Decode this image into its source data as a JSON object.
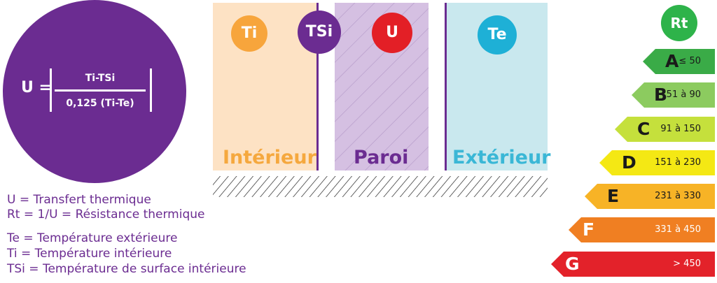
{
  "formula": {
    "lhs": "U =",
    "numerator": "Ti-TSi",
    "denominator": "0,125 (Ti-Te)"
  },
  "diagram": {
    "bubbles": {
      "ti": "Ti",
      "tsi": "TSi",
      "u": "U",
      "te": "Te"
    },
    "zones": {
      "interior": "Intérieur",
      "wall": "Paroi",
      "exterior": "Extérieur"
    }
  },
  "legend": [
    "U = Transfert thermique",
    "Rt = 1/U = Résistance thermique",
    "Te = Température extérieure",
    "Ti = Température intérieure",
    "TSi = Température de surface intérieure"
  ],
  "rating": {
    "badge": "Rt",
    "classes": [
      {
        "letter": "A",
        "range": "≤ 50",
        "color": "#3aab47"
      },
      {
        "letter": "B",
        "range": "51 à 90",
        "color": "#8ccb5f"
      },
      {
        "letter": "C",
        "range": "91 à 150",
        "color": "#c5e03c"
      },
      {
        "letter": "D",
        "range": "151 à 230",
        "color": "#f4e814"
      },
      {
        "letter": "E",
        "range": "231 à 330",
        "color": "#f7b326"
      },
      {
        "letter": "F",
        "range": "331 à 450",
        "color": "#f07f22"
      },
      {
        "letter": "G",
        "range": "> 450",
        "color": "#e3222a"
      }
    ]
  },
  "colors": {
    "purple": "#6b2c91",
    "interior": "#fde2c4",
    "wall": "#d5c0e2",
    "exterior": "#c9e8ee"
  }
}
